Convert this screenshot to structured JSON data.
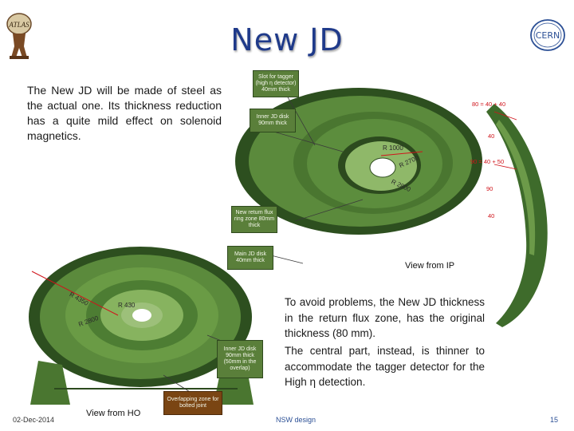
{
  "slide": {
    "title": "New JD",
    "intro_text": "The New JD will be made of steel as the actual one. Its thickness reduction has a quite mild effect on solenoid magnetics.",
    "para1": "To avoid problems, the New JD thickness in the return flux zone, has the original thickness (80 mm).",
    "para2": "The central part, instead, is thinner to accommodate the tagger detector for the High η detection.",
    "view_ip": "View from IP",
    "view_ho": "View from HO",
    "footer_date": "02-Dec-2014",
    "footer_center": "NSW design",
    "page_number": "15"
  },
  "logos": {
    "atlas_text": "ATLAS",
    "cern_text": "CERN"
  },
  "callouts": {
    "slot_tagger": "Slot for tagger (high η detector) 40mm thick",
    "inner_disk_top": "Inner JD disk 90mm thick",
    "new_return": "New return flux ring zone 80mm thick",
    "main_disk": "Main JD disk 40mm thick",
    "inner_disk_bottom": "Inner JD disk 90mm thick (50mm in the overlap)",
    "overlap": "Overlapping zone for bolted joint"
  },
  "dims": {
    "top_80": "80 = 40 + 40",
    "top_40a": "40",
    "top_90": "90 = 40 + 50",
    "top_90b": "90",
    "top_40b": "40"
  },
  "radii": {
    "r1000": "R 1000",
    "r2700": "R 2700",
    "r2800": "R 2800",
    "r4350": "R 4350",
    "r430": "R 430",
    "r2800b": "R 2800"
  },
  "colors": {
    "title": "#1f3a8a",
    "disk_green": "#5b8a3c",
    "dark_green": "#2c4a1e",
    "light_green": "#9dc07a",
    "callout_brown": "#7a4513",
    "dim_red": "#d0141b"
  }
}
